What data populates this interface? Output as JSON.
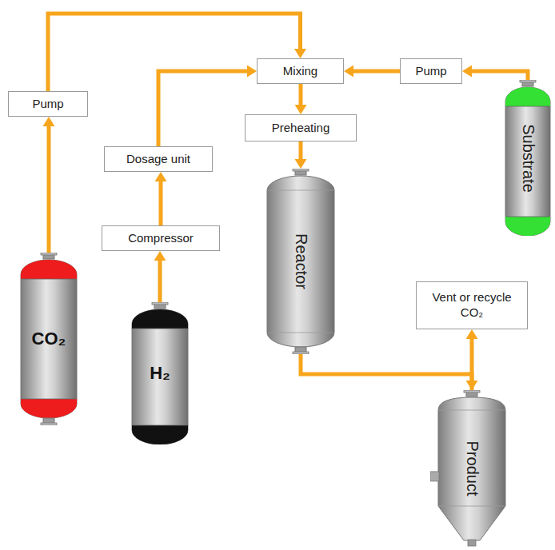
{
  "diagram": {
    "nodes": [
      {
        "text": [
          "Mixing"
        ]
      },
      {
        "text": [
          "Pump"
        ]
      },
      {
        "text": [
          "Pump"
        ]
      },
      {
        "text": [
          "Preheating"
        ]
      },
      {
        "text": [
          "Dosage unit"
        ]
      },
      {
        "text": [
          "Substrate"
        ]
      },
      {
        "text": [
          "Reactor"
        ]
      },
      {
        "text": [
          "Compressor"
        ]
      },
      {
        "text": [
          "CO₂"
        ]
      },
      {
        "text": [
          "Vent or recycle CO₂"
        ]
      },
      {
        "text": [
          "H₂"
        ]
      },
      {
        "text": [
          "Product"
        ]
      }
    ],
    "edges": [
      {
        "from": 8,
        "to": 2,
        "arrow": "to"
      },
      {
        "from": 2,
        "to": 0,
        "arrow": "to"
      },
      {
        "from": 10,
        "to": 7,
        "arrow": "to"
      },
      {
        "from": 7,
        "to": 4,
        "arrow": "to"
      },
      {
        "from": 4,
        "to": 0,
        "arrow": "to"
      },
      {
        "from": 5,
        "to": 1,
        "arrow": "to"
      },
      {
        "from": 1,
        "to": 0,
        "arrow": "to"
      },
      {
        "from": 0,
        "to": 3,
        "arrow": "to"
      },
      {
        "from": 3,
        "to": 6,
        "arrow": "to"
      },
      {
        "from": 6,
        "to": 11,
        "arrow": "to"
      },
      {
        "from": 11,
        "to": 9,
        "arrow": "to"
      }
    ]
  }
}
